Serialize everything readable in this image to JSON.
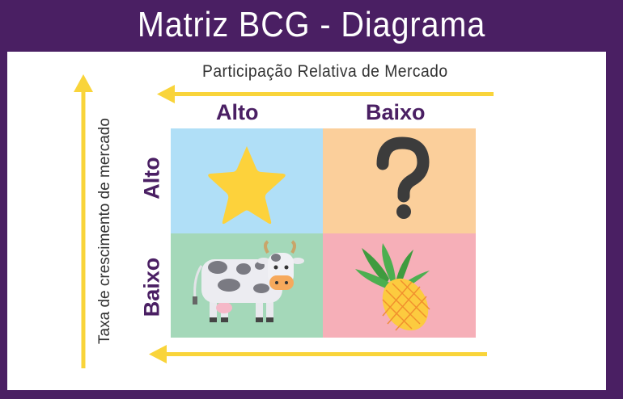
{
  "header": {
    "title": "Matriz BCG - Diagrama"
  },
  "axes": {
    "horizontal_label": "Participação Relativa de Mercado",
    "vertical_label": "Taxa de crescimento de mercado"
  },
  "columns": {
    "high": "Alto",
    "low": "Baixo"
  },
  "rows": {
    "high": "Alto",
    "low": "Baixo"
  },
  "quadrants": {
    "top_left": {
      "icon": "star-icon",
      "color": "#b0dff7"
    },
    "top_right": {
      "icon": "question-mark-icon",
      "color": "#fbcf9b"
    },
    "bottom_left": {
      "icon": "cow-icon",
      "color": "#a4d8b9"
    },
    "bottom_right": {
      "icon": "pineapple-icon",
      "color": "#f6afb8"
    }
  },
  "colors": {
    "frame": "#4a1f63",
    "arrow": "#f9d43a",
    "heading": "#4a1f63"
  }
}
